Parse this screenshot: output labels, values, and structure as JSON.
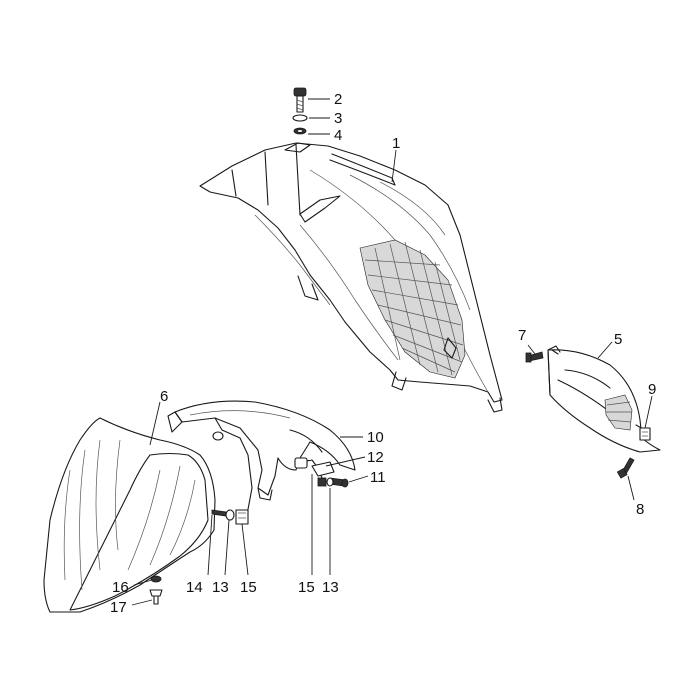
{
  "callouts": [
    {
      "id": "1",
      "text": "1"
    },
    {
      "id": "2",
      "text": "2"
    },
    {
      "id": "3",
      "text": "3"
    },
    {
      "id": "4",
      "text": "4"
    },
    {
      "id": "5",
      "text": "5"
    },
    {
      "id": "6",
      "text": "6"
    },
    {
      "id": "7",
      "text": "7"
    },
    {
      "id": "8",
      "text": "8"
    },
    {
      "id": "9",
      "text": "9"
    },
    {
      "id": "10",
      "text": "10"
    },
    {
      "id": "11",
      "text": "11"
    },
    {
      "id": "12",
      "text": "12"
    },
    {
      "id": "13a",
      "text": "13"
    },
    {
      "id": "13b",
      "text": "13"
    },
    {
      "id": "14",
      "text": "14"
    },
    {
      "id": "15a",
      "text": "15"
    },
    {
      "id": "15b",
      "text": "15"
    },
    {
      "id": "16",
      "text": "16"
    },
    {
      "id": "17",
      "text": "17"
    }
  ]
}
